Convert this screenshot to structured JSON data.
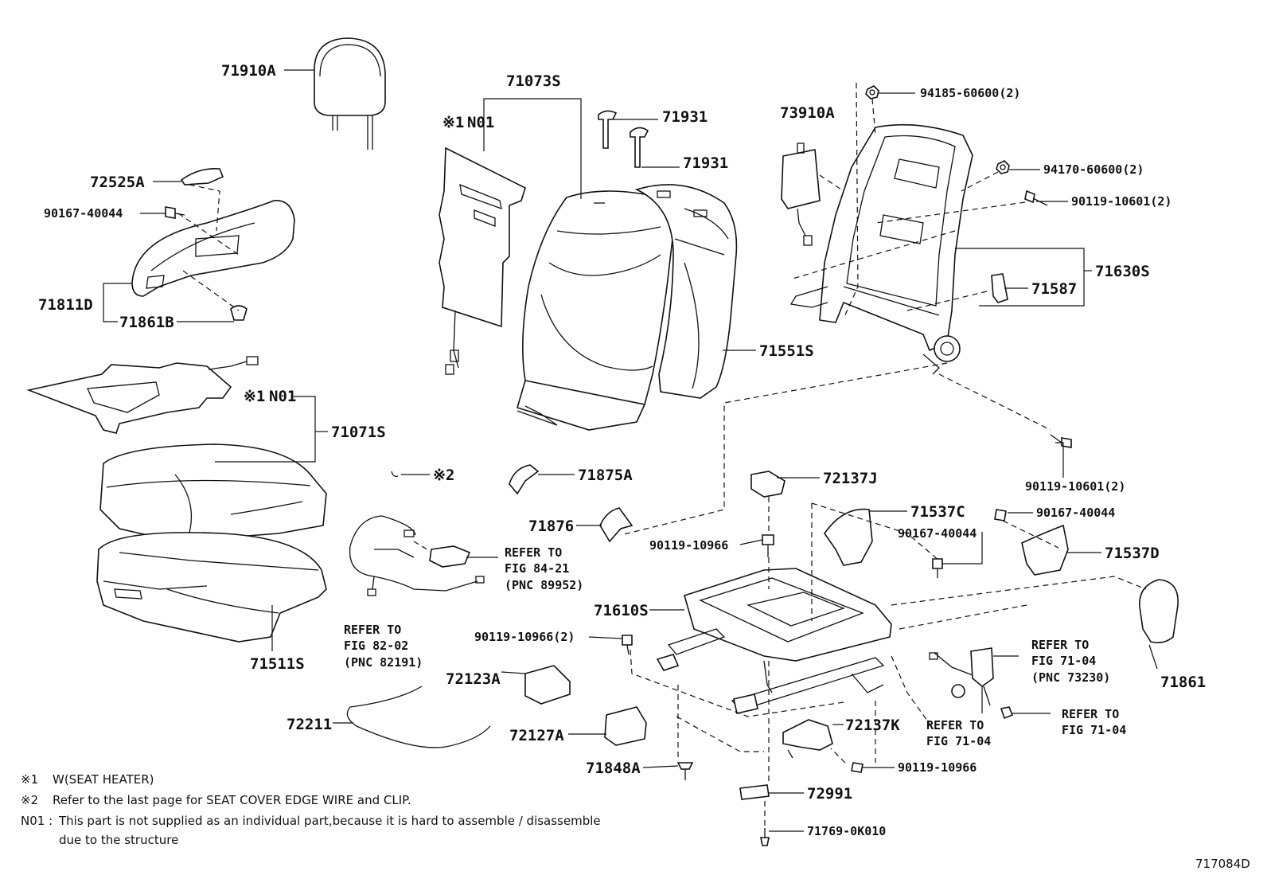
{
  "labels": {
    "p71910A": "71910A",
    "p71073S": "71073S",
    "p_n01_top_mark": "※1",
    "p_n01_top": "N01",
    "p71931a": "71931",
    "p71931b": "71931",
    "p73910A": "73910A",
    "p94185": "94185-60600(2)",
    "p94170": "94170-60600(2)",
    "p90119_10601a": "90119-10601(2)",
    "p71630S": "71630S",
    "p71587": "71587",
    "p72525A": "72525A",
    "p90167_40044a": "90167-40044",
    "p71811D": "71811D",
    "p71861B": "71861B",
    "p71551S": "71551S",
    "p_n01_mid_mark": "※1",
    "p_n01_mid": "N01",
    "p71071S": "71071S",
    "p_mark2": "※2",
    "p71875A": "71875A",
    "p72137J": "72137J",
    "p90119_10601b": "90119-10601(2)",
    "p71537C": "71537C",
    "p90167_40044b": "90167-40044",
    "p90167_40044c": "90167-40044",
    "p71537D": "71537D",
    "p71876": "71876",
    "p90119_10966a": "90119-10966",
    "refer84_1": "REFER TO",
    "refer84_2": "FIG 84-21",
    "refer84_3": "(PNC 89952)",
    "p71610S": "71610S",
    "refer82_1": "REFER TO",
    "refer82_2": "FIG 82-02",
    "refer82_3": "(PNC 82191)",
    "p71511S": "71511S",
    "p90119_10966b": "90119-10966(2)",
    "p72123A": "72123A",
    "refer7104a_1": "REFER TO",
    "refer7104a_2": "FIG 71-04",
    "refer7104a_3": "(PNC 73230)",
    "p71861": "71861",
    "p72211": "72211",
    "p72127A": "72127A",
    "refer7104b_1": "REFER TO",
    "refer7104b_2": "FIG 71-04",
    "refer7104c_1": "REFER TO",
    "refer7104c_2": "FIG 71-04",
    "p72137K": "72137K",
    "p90119_10966c": "90119-10966",
    "p71848A": "71848A",
    "p72991": "72991",
    "p71769": "71769-0K010",
    "figure_code": "717084D"
  },
  "notes": {
    "n1_mark": "※1",
    "n1_text": "W(SEAT HEATER)",
    "n2_mark": "※2",
    "n2_text": "Refer to the last page for SEAT COVER EDGE WIRE and CLIP.",
    "n3_mark": "N01 :",
    "n3_text1": "This part is not supplied as an individual part,because it is hard to assemble / disassemble",
    "n3_text2": "due to the structure"
  }
}
